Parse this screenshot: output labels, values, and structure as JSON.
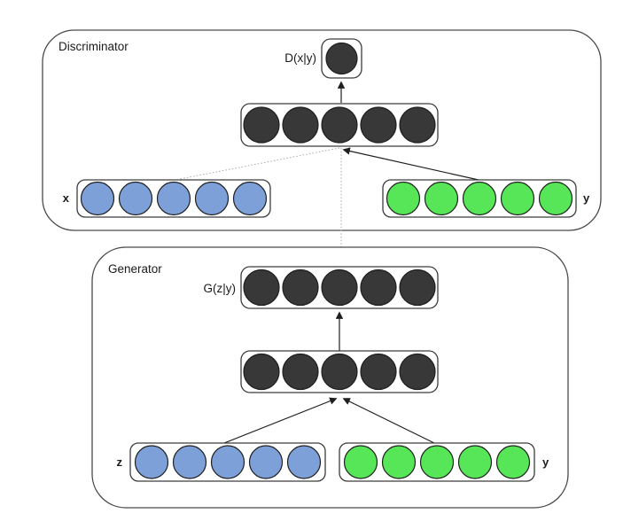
{
  "diagram": {
    "type": "conditional-gan-architecture",
    "colors": {
      "node_dark": "#383838",
      "node_blue": "#7da0d9",
      "node_green": "#57e657",
      "node_stroke": "#1f1f1f",
      "line": "#1f1f1f",
      "dotted_line": "#a8a8a8",
      "box_stroke": "#4a4a4a",
      "background": "#ffffff"
    },
    "discriminator": {
      "title": "Discriminator",
      "output_label": "D(x|y)",
      "input_x_label": "x",
      "input_y_label": "y",
      "layers": {
        "output": {
          "name": "discriminator-output",
          "count": 1,
          "color": "#383838"
        },
        "hidden": {
          "name": "discriminator-hidden",
          "count": 5,
          "color": "#383838"
        },
        "input_x": {
          "name": "discriminator-input-x",
          "count": 5,
          "color": "#7da0d9"
        },
        "input_y": {
          "name": "discriminator-input-y",
          "count": 5,
          "color": "#57e657"
        }
      }
    },
    "generator": {
      "title": "Generator",
      "output_label": "G(z|y)",
      "input_z_label": "z",
      "input_y_label": "y",
      "layers": {
        "output": {
          "name": "generator-output",
          "count": 5,
          "color": "#383838"
        },
        "hidden": {
          "name": "generator-hidden",
          "count": 5,
          "color": "#383838"
        },
        "input_z": {
          "name": "generator-input-z",
          "count": 5,
          "color": "#7da0d9"
        },
        "input_y": {
          "name": "generator-input-y",
          "count": 5,
          "color": "#57e657"
        }
      }
    }
  }
}
